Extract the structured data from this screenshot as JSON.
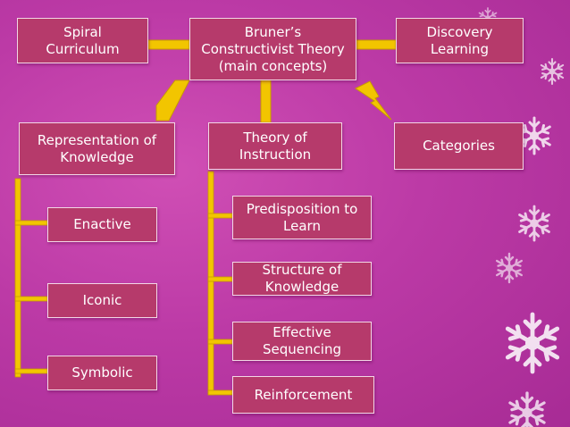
{
  "diagram": {
    "center": "Bruner’s\nConstructivist Theory\n(main concepts)",
    "left_top": "Spiral\nCurriculum",
    "right_top": "Discovery\nLearning",
    "representation": "Representation of\nKnowledge",
    "theory": "Theory of\nInstruction",
    "categories": "Categories",
    "representation_items": [
      "Enactive",
      "Iconic",
      "Symbolic"
    ],
    "theory_items": [
      "Predisposition to\nLearn",
      "Structure of\nKnowledge",
      "Effective\nSequencing",
      "Reinforcement"
    ]
  },
  "colors": {
    "box_fill": "#b63a6b",
    "box_border": "#f3d7e6",
    "connector": "#f2c500",
    "connector_edge": "#c79a00",
    "background": "#bc3aa6",
    "snowflake": "#ffffff"
  },
  "icons": [
    "snowflake-icon"
  ]
}
